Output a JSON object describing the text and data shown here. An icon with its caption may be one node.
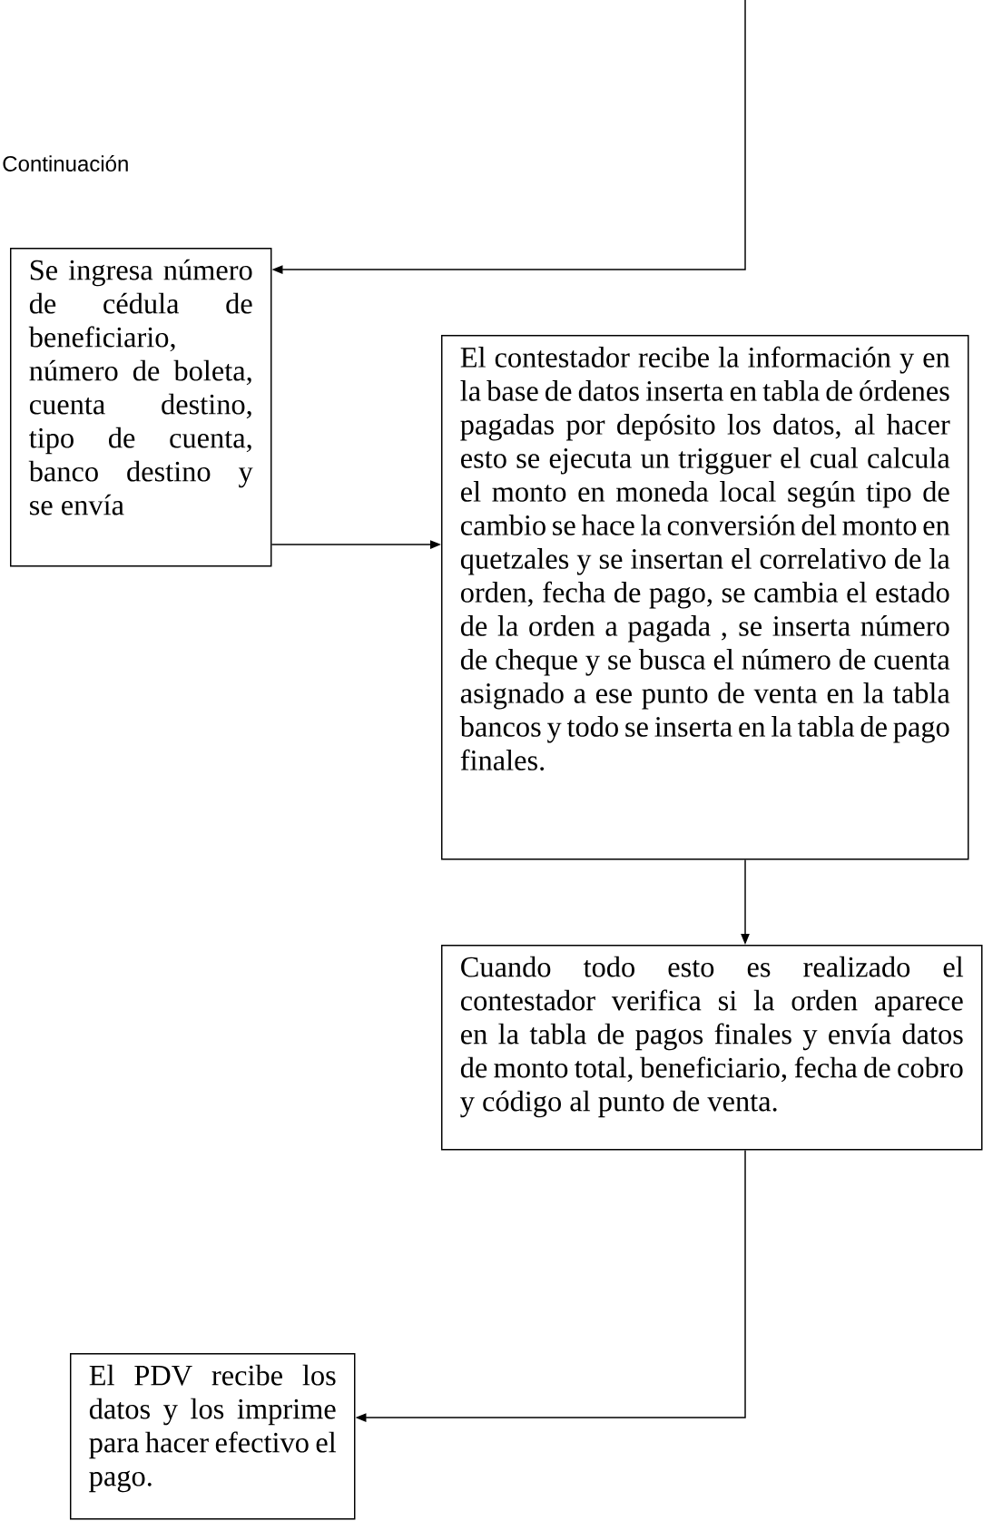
{
  "diagram": {
    "nodes": [
      {
        "text": [
          "Se ingresa número de cédula de beneficiario, número de boleta, cuenta destino, tipo de cuenta, banco destino y se envía"
        ]
      },
      {
        "text": [
          "El contestador recibe la información y en la base de datos inserta en tabla de órdenes pagadas por depósito los datos, al hacer esto se ejecuta un trigguer el cual calcula el monto en moneda local según tipo de cambio se hace la conversión del monto en quetzales y se insertan el correlativo de la orden, fecha de pago, se cambia el estado de la orden a pagada , se inserta número de cheque y se busca el número de cuenta asignado a ese punto de venta en la tabla bancos y todo se inserta en la tabla de pago finales."
        ]
      },
      {
        "text": [
          "Cuando todo esto es realizado el contestador verifica si la orden aparece en la tabla de pagos finales y envía datos de monto total, beneficiario, fecha de cobro y código al punto de venta."
        ]
      },
      {
        "text": [
          "El PDV recibe los datos y los imprime para hacer efectivo el pago."
        ]
      }
    ],
    "edges": [
      {
        "from": null,
        "to": 0,
        "arrow": "to"
      },
      {
        "from": 0,
        "to": 1,
        "arrow": "to"
      },
      {
        "from": 1,
        "to": 2,
        "arrow": "to"
      },
      {
        "from": 2,
        "to": 3,
        "arrow": "to"
      }
    ],
    "labels": [
      "Continuación"
    ]
  }
}
